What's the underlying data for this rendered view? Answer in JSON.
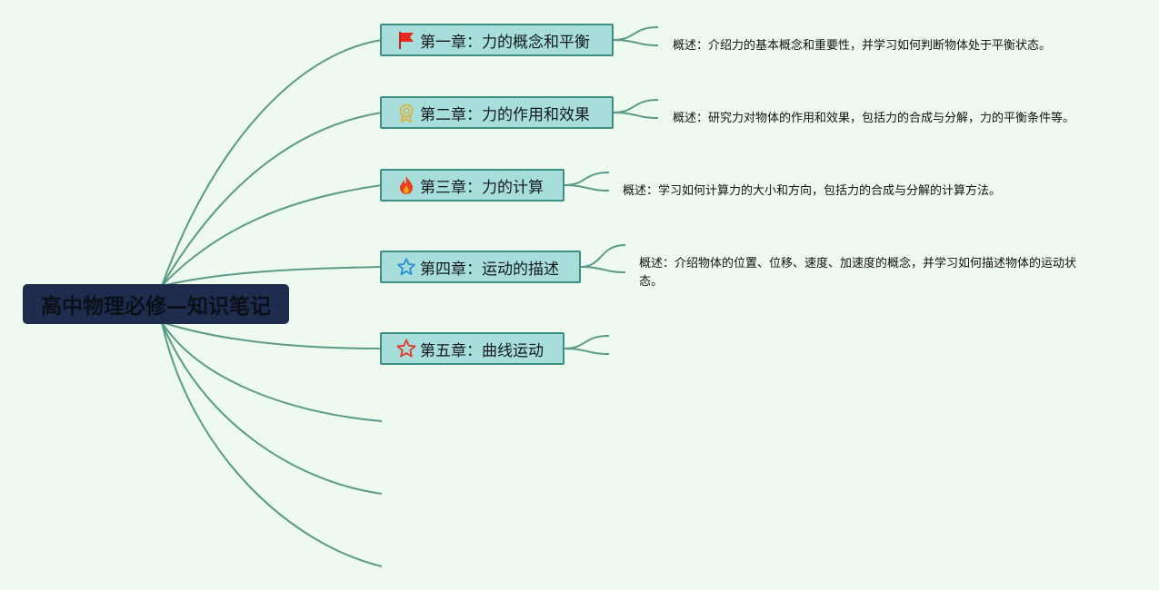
{
  "root": {
    "title": "高中物理必修—知识笔记"
  },
  "chapters": [
    {
      "title": "第一章：力的概念和平衡",
      "icon": "red-flag-icon",
      "summary": "概述：介绍力的基本概念和重要性，并学习如何判断物体处于平衡状态。"
    },
    {
      "title": "第二章：力的作用和效果",
      "icon": "medal-icon",
      "summary": "概述：研究力对物体的作用和效果，包括力的合成与分解，力的平衡条件等。"
    },
    {
      "title": "第三章：力的计算",
      "icon": "fire-icon",
      "summary": "概述：学习如何计算力的大小和方向，包括力的合成与分解的计算方法。"
    },
    {
      "title": "第四章：运动的描述",
      "icon": "blue-star-icon",
      "summary": "概述：介绍物体的位置、位移、速度、加速度的概念，并学习如何描述物体的运动状态。"
    },
    {
      "title": "第五章：曲线运动",
      "icon": "red-star-icon",
      "summary": ""
    }
  ],
  "colors": {
    "background": "#eefaf0",
    "root_fill": "#1e2d4e",
    "chapter_fill": "#a7dedc",
    "chapter_border": "#3f8f80",
    "connector": "#5a9a88"
  }
}
